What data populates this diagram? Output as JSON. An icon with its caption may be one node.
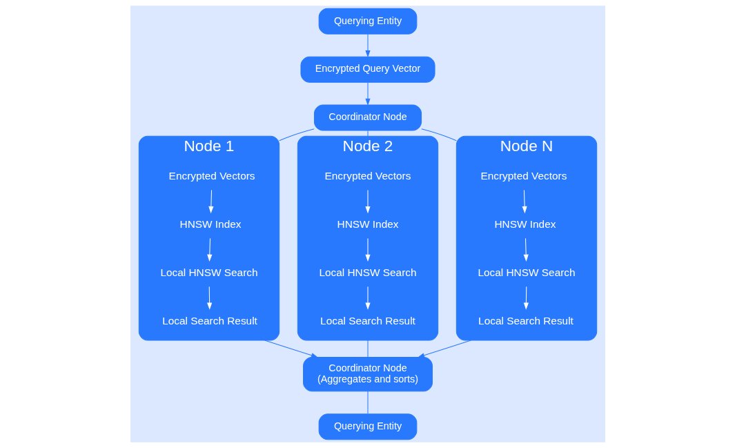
{
  "diagram": {
    "nodes": [
      {
        "text": [
          "Querying Entity"
        ]
      },
      {
        "text": [
          "Encrypted Query Vector"
        ]
      },
      {
        "text": [
          "Coordinator Node"
        ]
      },
      {
        "text": [
          "Node 1"
        ]
      },
      {
        "text": [
          "Encrypted Vectors"
        ],
        "in": 3
      },
      {
        "text": [
          "HNSW Index"
        ],
        "in": 3
      },
      {
        "text": [
          "Local HNSW Search"
        ],
        "in": 3
      },
      {
        "text": [
          "Local Search Result"
        ],
        "in": 3
      },
      {
        "text": [
          "Node 2"
        ]
      },
      {
        "text": [
          "Encrypted Vectors"
        ],
        "in": 8
      },
      {
        "text": [
          "HNSW Index"
        ],
        "in": 8
      },
      {
        "text": [
          "Local HNSW Search"
        ],
        "in": 8
      },
      {
        "text": [
          "Local Search Result"
        ],
        "in": 8
      },
      {
        "text": [
          "Node N"
        ]
      },
      {
        "text": [
          "Encrypted Vectors"
        ],
        "in": 13
      },
      {
        "text": [
          "HNSW Index"
        ],
        "in": 13
      },
      {
        "text": [
          "Local HNSW Search"
        ],
        "in": 13
      },
      {
        "text": [
          "Local Search Result"
        ],
        "in": 13
      },
      {
        "text": [
          "Coordinator Node",
          "(Aggregates and sorts)"
        ]
      },
      {
        "text": [
          "Querying Entity"
        ]
      }
    ],
    "edges": [
      {
        "from": 0,
        "to": 1,
        "arrow": "to",
        "color": "#2979ff"
      },
      {
        "from": 1,
        "to": 2,
        "arrow": "to",
        "color": "#2979ff"
      },
      {
        "from": 2,
        "to": 3,
        "arrow": "none",
        "color": "#2979ff"
      },
      {
        "from": 2,
        "to": 8,
        "arrow": "none",
        "color": "#2979ff"
      },
      {
        "from": 2,
        "to": 13,
        "arrow": "none",
        "color": "#2979ff"
      },
      {
        "from": 4,
        "to": 5,
        "arrow": "to",
        "color": "#ffffff"
      },
      {
        "from": 5,
        "to": 6,
        "arrow": "to",
        "color": "#ffffff"
      },
      {
        "from": 6,
        "to": 7,
        "arrow": "to",
        "color": "#ffffff"
      },
      {
        "from": 9,
        "to": 10,
        "arrow": "to",
        "color": "#ffffff"
      },
      {
        "from": 10,
        "to": 11,
        "arrow": "to",
        "color": "#ffffff"
      },
      {
        "from": 11,
        "to": 12,
        "arrow": "to",
        "color": "#ffffff"
      },
      {
        "from": 14,
        "to": 15,
        "arrow": "to",
        "color": "#ffffff"
      },
      {
        "from": 15,
        "to": 16,
        "arrow": "to",
        "color": "#ffffff"
      },
      {
        "from": 16,
        "to": 17,
        "arrow": "to",
        "color": "#ffffff"
      },
      {
        "from": 3,
        "to": 18,
        "arrow": "to",
        "color": "#2979ff"
      },
      {
        "from": 8,
        "to": 18,
        "arrow": "none",
        "color": "#2979ff"
      },
      {
        "from": 13,
        "to": 18,
        "arrow": "to",
        "color": "#2979ff"
      },
      {
        "from": 18,
        "to": 19,
        "arrow": "none",
        "color": "#2979ff"
      }
    ]
  }
}
